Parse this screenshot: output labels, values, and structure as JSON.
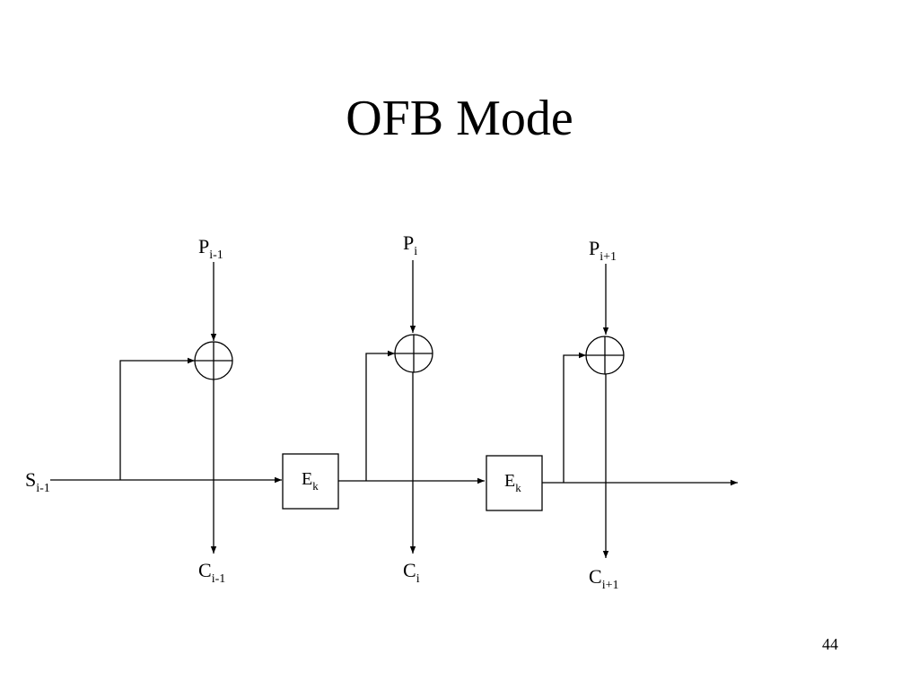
{
  "slide": {
    "title": "OFB Mode",
    "page_number": "44"
  },
  "diagram": {
    "input": {
      "base": "S",
      "sub": "i-1"
    },
    "blocks": [
      {
        "base": "E",
        "sub": "k"
      },
      {
        "base": "E",
        "sub": "k"
      }
    ],
    "plaintexts": [
      {
        "base": "P",
        "sub": "i-1"
      },
      {
        "base": "P",
        "sub": "i"
      },
      {
        "base": "P",
        "sub": "i+1"
      }
    ],
    "ciphertexts": [
      {
        "base": "C",
        "sub": "i-1"
      },
      {
        "base": "C",
        "sub": "i"
      },
      {
        "base": "C",
        "sub": "i+1"
      }
    ],
    "xor_symbol": "xor-circle"
  }
}
